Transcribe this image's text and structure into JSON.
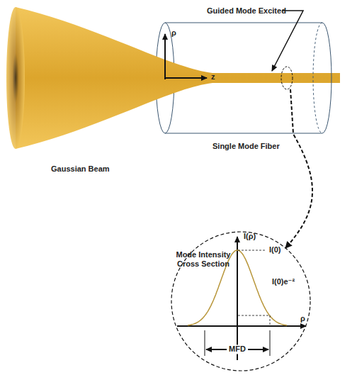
{
  "diagram": {
    "nodes": [
      {
        "text": [
          "Gaussian Beam"
        ]
      },
      {
        "text": [
          "Single Mode Fiber"
        ]
      },
      {
        "text": [
          "Mode Intensity Cross Section",
          "I(ρ)",
          "I(0)",
          "I(0)e⁻²",
          "ρ",
          "MFD"
        ]
      }
    ],
    "edges": [
      {
        "from": 1,
        "to": 2,
        "arrow": "to"
      }
    ],
    "labels": [
      "Guided Mode Excited",
      "ρ",
      "z"
    ]
  }
}
